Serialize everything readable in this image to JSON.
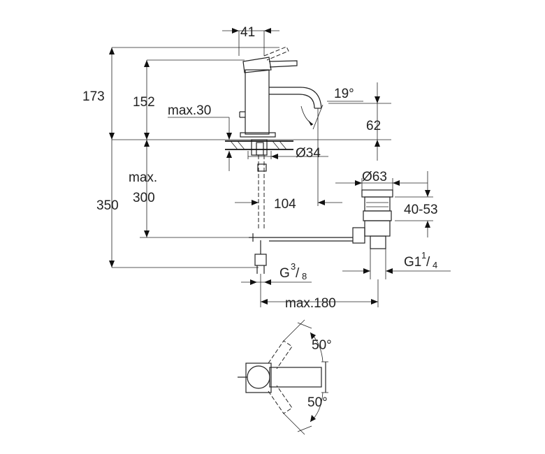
{
  "dimensions": {
    "top_width": "41",
    "total_height": "173",
    "spout_height": "152",
    "spout_angle": "19°",
    "spout_drop": "62",
    "max_deck": "max.30",
    "deck_hole": "Ø34",
    "below_max_line1": "max.",
    "below_max_line2": "300",
    "below_total": "350",
    "spout_reach": "104",
    "waste_diameter": "Ø63",
    "waste_range": "40-53",
    "connection_main": "G",
    "connection_num": "3",
    "connection_den": "8",
    "waste_thread_main": "G1",
    "waste_thread_num": "1",
    "waste_thread_den": "4",
    "rod_max": "max.180",
    "rotation_top": "50°",
    "rotation_bottom": "50°"
  }
}
